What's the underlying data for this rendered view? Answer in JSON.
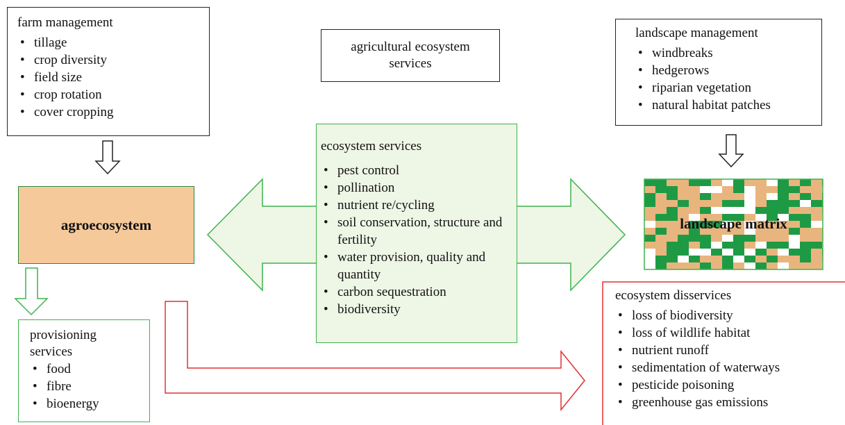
{
  "farm_management": {
    "title": "farm management",
    "items": [
      "tillage",
      "crop diversity",
      "field size",
      "crop rotation",
      "cover cropping"
    ]
  },
  "agricultural_ecosystem_services": {
    "title": "agricultural ecosystem services"
  },
  "landscape_management": {
    "title": "landscape management",
    "items": [
      "windbreaks",
      "hedgerows",
      "riparian vegetation",
      "natural habitat patches"
    ]
  },
  "agroecosystem": {
    "label": "agroecosystem"
  },
  "ecosystem_services": {
    "title": "ecosystem services",
    "items": [
      "pest control",
      "pollination",
      "nutrient re/cycling",
      "soil conservation, structure and fertility",
      "water provision, quality and quantity",
      "carbon sequestration",
      "biodiversity"
    ]
  },
  "landscape_matrix": {
    "label": "landscape matrix"
  },
  "provisioning_services": {
    "title": "provisioning services",
    "items": [
      "food",
      "fibre",
      "bioenergy"
    ]
  },
  "ecosystem_disservices": {
    "title": "ecosystem disservices",
    "items": [
      "loss of biodiversity",
      "loss of wildlife habitat",
      "nutrient runoff",
      "sedimentation of waterways",
      "pesticide poisoning",
      "greenhouse gas emissions"
    ]
  },
  "colors": {
    "green_border": "#3cb44b",
    "green_fill": "#eef6e6",
    "agro_fill": "#f6c99b",
    "agro_border": "#2a8a3a",
    "red_arrow": "#e03030",
    "matrix_tan": "#e9b57e",
    "matrix_green": "#1e9a45",
    "matrix_white": "#ffffff"
  }
}
